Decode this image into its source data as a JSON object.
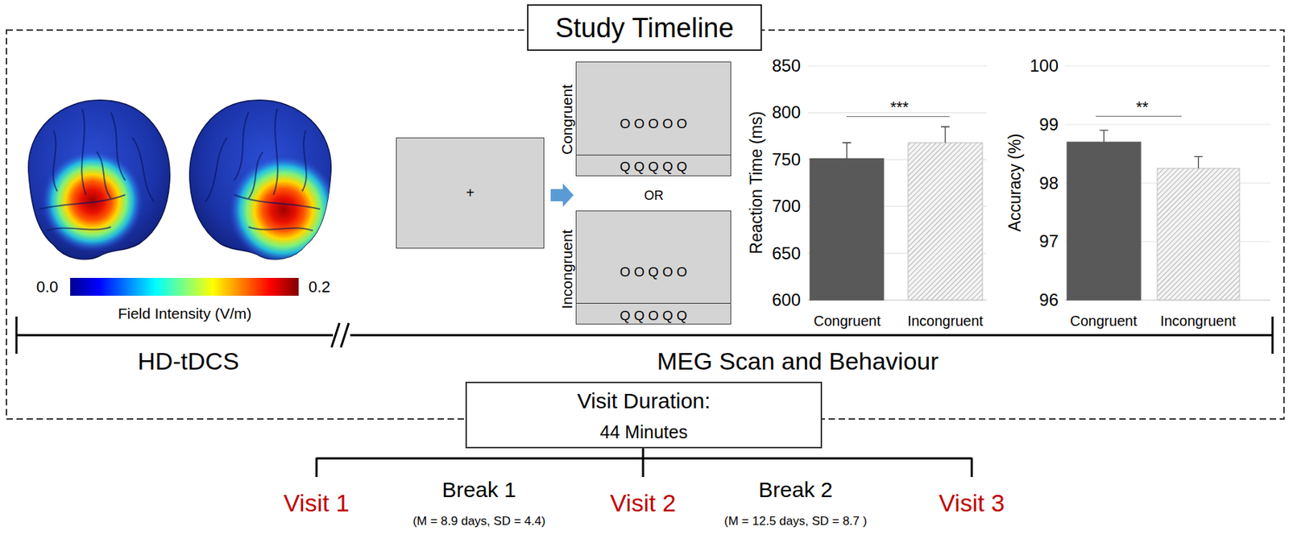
{
  "diagram": {
    "nodes": [
      {
        "text": [
          "Study Timeline"
        ]
      },
      {
        "text": [
          "+"
        ]
      },
      {
        "text": [
          "Congruent",
          "OOOOO",
          "QQQQQ"
        ]
      },
      {
        "text": [
          "Incongruent",
          "OOQOO",
          "QQOQQ"
        ]
      },
      {
        "text": [
          "Visit Duration:",
          "44 Minutes"
        ]
      }
    ],
    "labels": [
      "0.0",
      "0.2",
      "Field Intensity (V/m)",
      "HD-tDCS",
      "OR",
      "850",
      "800",
      "750",
      "700",
      "650",
      "600",
      "Reaction Time (ms)",
      "***",
      "Congruent",
      "Incongruent",
      "100",
      "99",
      "98",
      "97",
      "96",
      "Accuracy (%)",
      "**",
      "Congruent",
      "Incongruent",
      "MEG Scan and Behaviour",
      "Visit 1",
      "Break 1",
      "(M = 8.9 days, SD = 4.4)",
      "Visit 2",
      "Break 2",
      "(M = 12.5 days, SD = 8.7 )",
      "Visit 3"
    ]
  }
}
